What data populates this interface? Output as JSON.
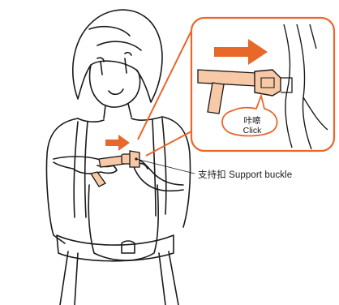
{
  "callout": {
    "label": "支持扣 Support buckle"
  },
  "sound_bubble": {
    "line1": "咔嚓",
    "line2": "Click"
  },
  "colors": {
    "accent_orange": "#e8682a",
    "strap_peach": "#f7c9a6",
    "outline": "#1a1a1a"
  },
  "icons": [
    "push-direction-arrow",
    "buckle-close-up-magnifier"
  ]
}
